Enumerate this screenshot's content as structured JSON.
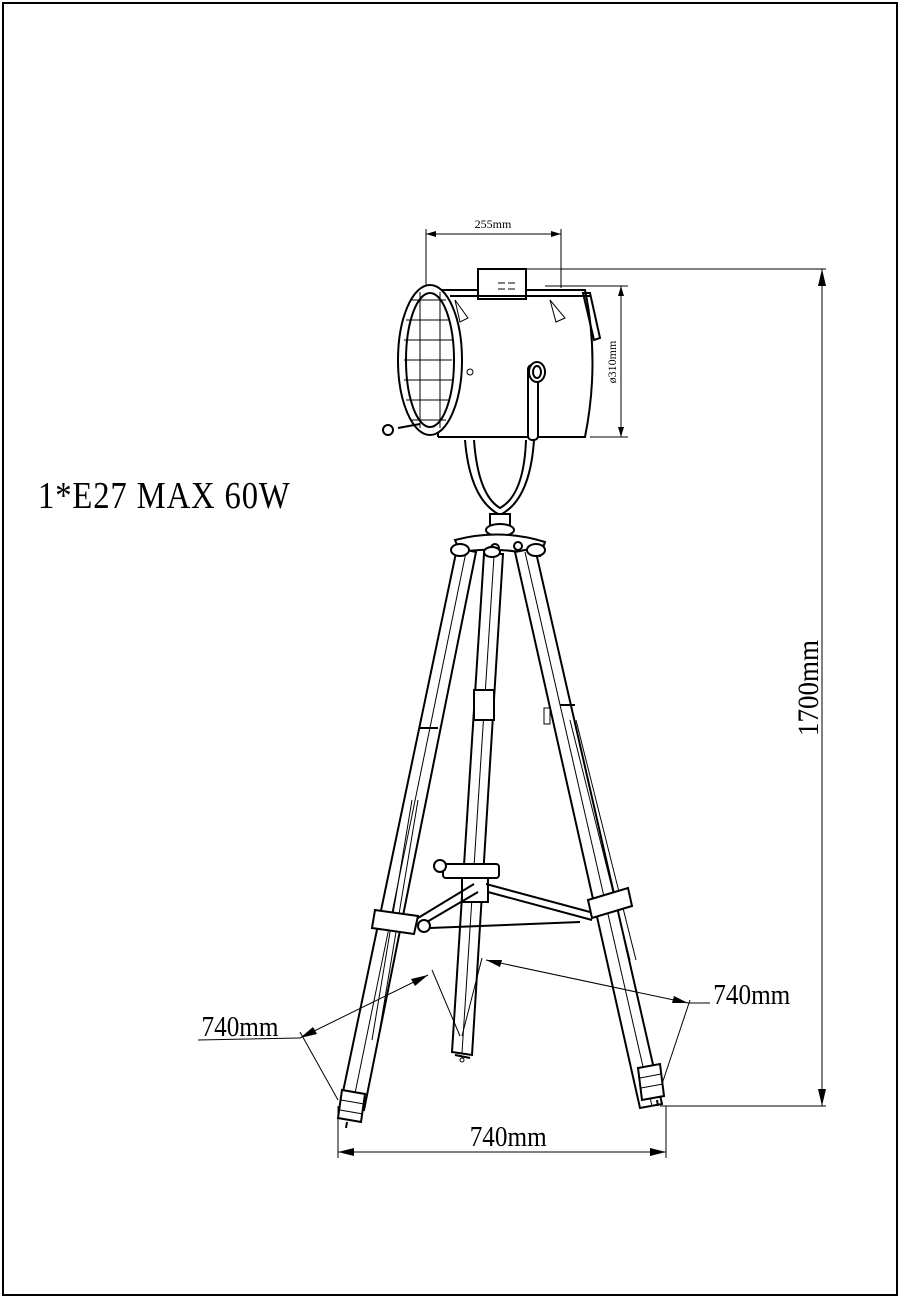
{
  "spec_label": "1*E27 MAX 60W",
  "dimensions": {
    "head_width": "255mm",
    "head_diameter": "ø310mm",
    "total_height": "1700mm",
    "leg_spread_left": "740mm",
    "leg_spread_right": "740mm",
    "base_width": "740mm"
  }
}
